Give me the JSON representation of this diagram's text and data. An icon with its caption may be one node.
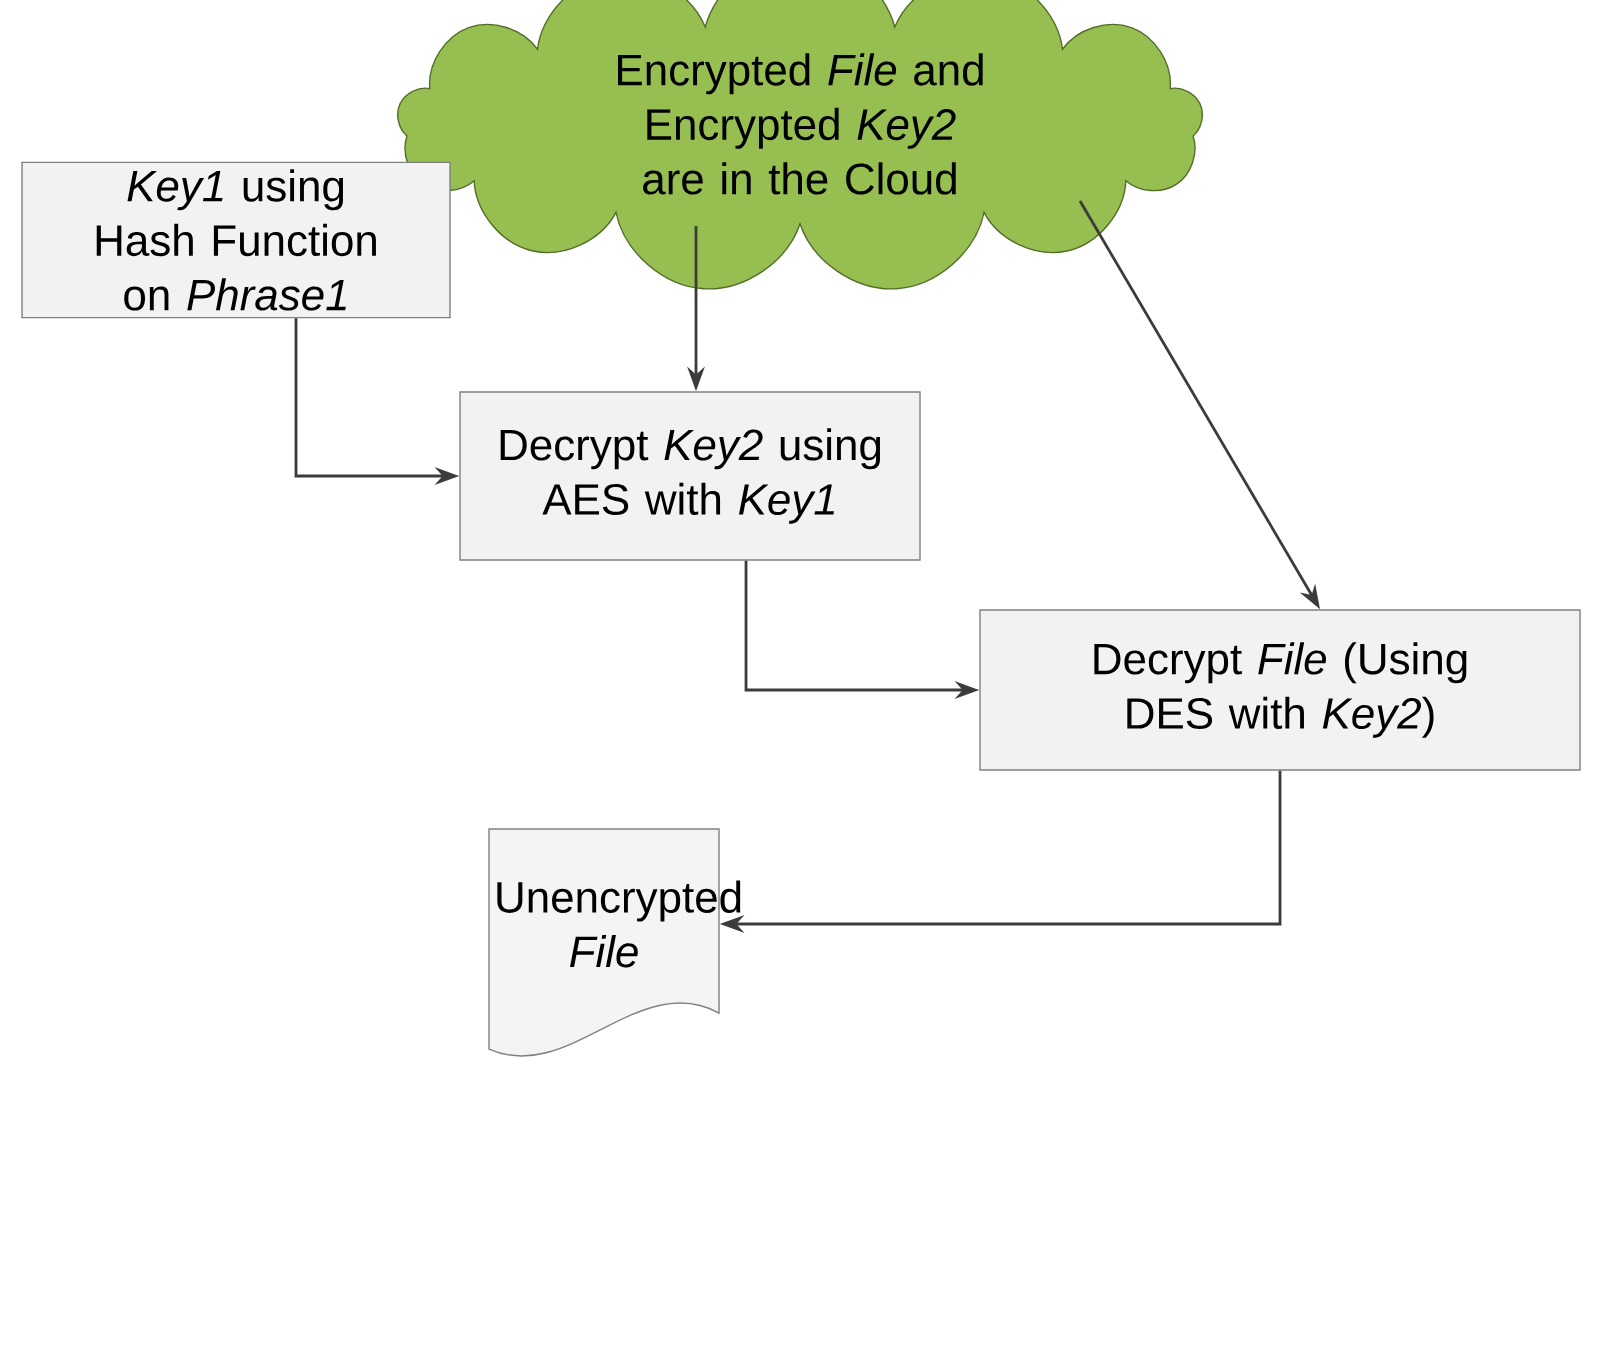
{
  "diagram": {
    "nodes": [
      {
        "text": [
          "Encrypted *File* and Encrypted *Key2* are in the Cloud"
        ]
      },
      {
        "text": [
          "*Key1* using Hash Function on *Phrase1*"
        ]
      },
      {
        "text": [
          "Decrypt *Key2* using AES with *Key1*"
        ]
      },
      {
        "text": [
          "Decrypt *File* (Using DES with *Key2*)"
        ]
      },
      {
        "text": [
          "Unencrypted *File*"
        ]
      }
    ],
    "edges": [
      {
        "from": 0,
        "to": 2,
        "arrow": "to"
      },
      {
        "from": 0,
        "to": 3,
        "arrow": "to"
      },
      {
        "from": 1,
        "to": 2,
        "arrow": "to"
      },
      {
        "from": 2,
        "to": 3,
        "arrow": "to"
      },
      {
        "from": 3,
        "to": 4,
        "arrow": "to"
      }
    ]
  }
}
